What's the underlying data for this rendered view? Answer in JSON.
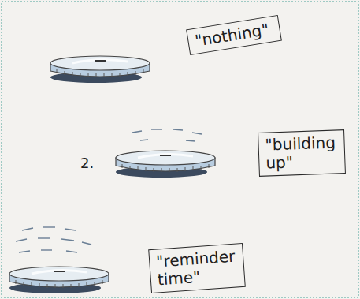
{
  "diagram": {
    "nodes": [
      {
        "text": [
          "\"nothing\""
        ]
      },
      {
        "text": [
          "\"building up\""
        ]
      },
      {
        "text": [
          "\"reminder time\""
        ]
      }
    ],
    "labels": [
      "2."
    ]
  }
}
